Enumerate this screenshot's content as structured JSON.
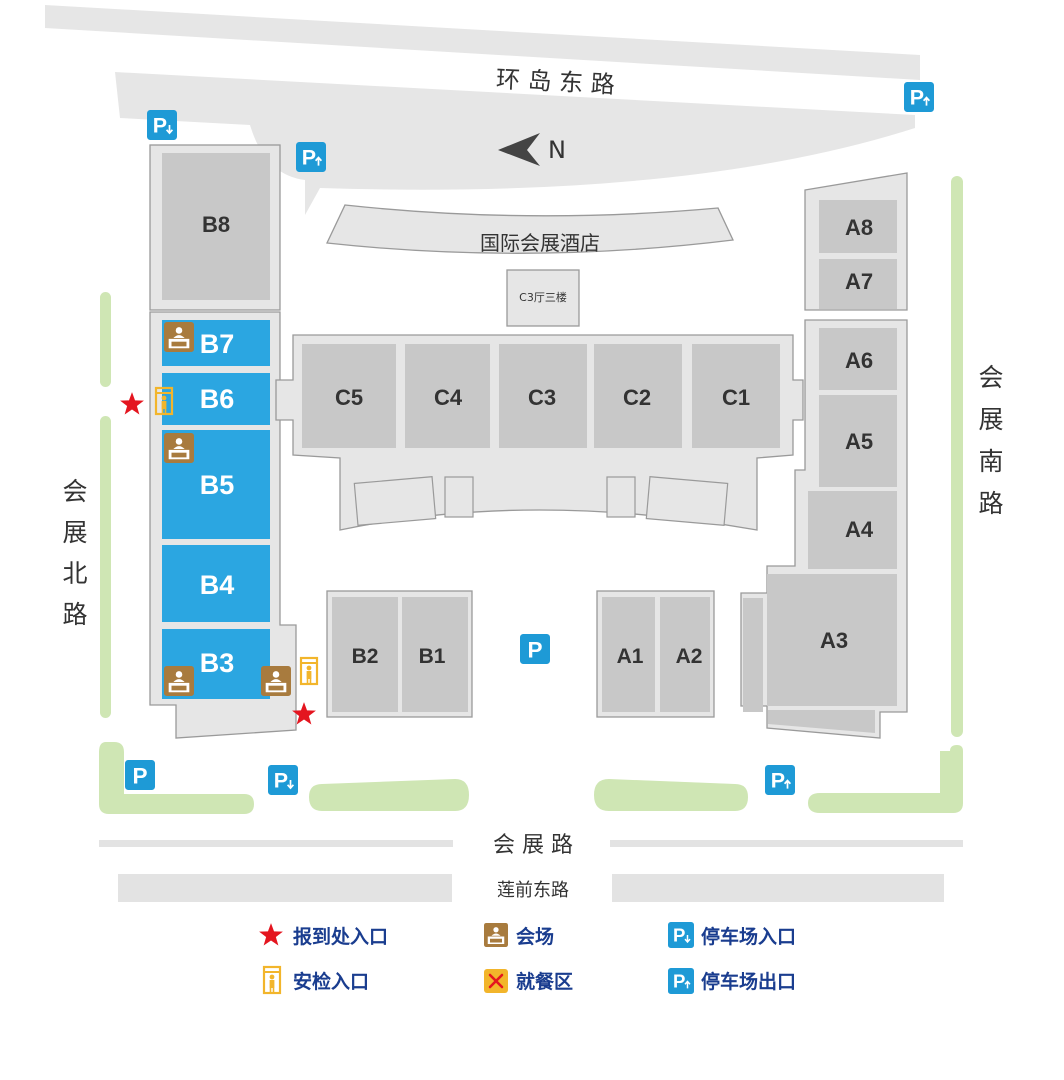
{
  "roads": {
    "north": "环 岛 东 路",
    "west": [
      "会",
      "展",
      "北",
      "路"
    ],
    "east": [
      "会",
      "展",
      "南",
      "路"
    ],
    "south": "会 展 路",
    "south_lower": "莲前东路"
  },
  "compass": {
    "label": "N"
  },
  "hotel": {
    "label": "国际会展酒店"
  },
  "c3_floor": {
    "label": "C3厅三楼"
  },
  "halls": {
    "a1": "A1",
    "a2": "A2",
    "a3": "A3",
    "a4": "A4",
    "a5": "A5",
    "a6": "A6",
    "a7": "A7",
    "a8": "A8",
    "b1": "B1",
    "b2": "B2",
    "b3": "B3",
    "b4": "B4",
    "b5": "B5",
    "b6": "B6",
    "b7": "B7",
    "b8": "B8",
    "c1": "C1",
    "c2": "C2",
    "c3": "C3",
    "c4": "C4",
    "c5": "C5"
  },
  "parking": {
    "symbol": "P"
  },
  "legend": {
    "registration": "报到处入口",
    "security": "安检入口",
    "venue": "会场",
    "dining": "就餐区",
    "parking_in": "停车场入口",
    "parking_out": "停车场出口"
  },
  "colors": {
    "hall_gray": "#c8c8c8",
    "building_outline": "#e6e6e6",
    "active_hall_blue": "#2ba6e1",
    "green_strip": "#cfe6b4",
    "road_gray": "#e3e3e3",
    "parking_blue": "#1e9ad6",
    "venue_brown": "#a87b3e",
    "star_red": "#e4151f",
    "security_yellow": "#f2b52b",
    "legend_text": "#1a3d8f"
  }
}
